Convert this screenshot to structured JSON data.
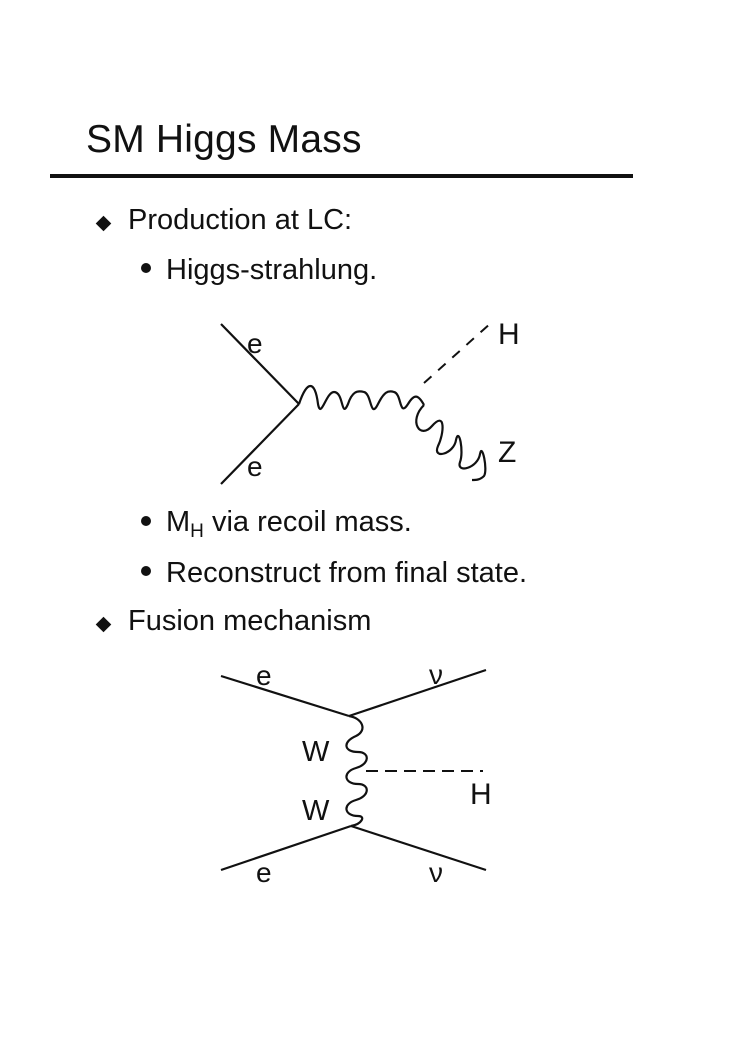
{
  "slide": {
    "title": "SM Higgs Mass",
    "bullets": [
      {
        "text": "Production at LC:",
        "sub": [
          {
            "text": "Higgs-strahlung."
          }
        ]
      },
      {
        "sub": [
          {
            "main": "M",
            "subscript": "H",
            "rest": " via recoil mass."
          },
          {
            "text": "Reconstruct from final state."
          }
        ]
      },
      {
        "text": "Fusion mechanism"
      }
    ]
  },
  "diagram_strahlung": {
    "labels": {
      "e_top": "e",
      "e_bottom": "e",
      "higgs": "H",
      "z": "Z"
    }
  },
  "diagram_fusion": {
    "labels": {
      "e_top": "e",
      "nu_top": "ν",
      "w_top": "W",
      "w_bottom": "W",
      "higgs": "H",
      "e_bottom": "e",
      "nu_bottom": "ν"
    }
  }
}
